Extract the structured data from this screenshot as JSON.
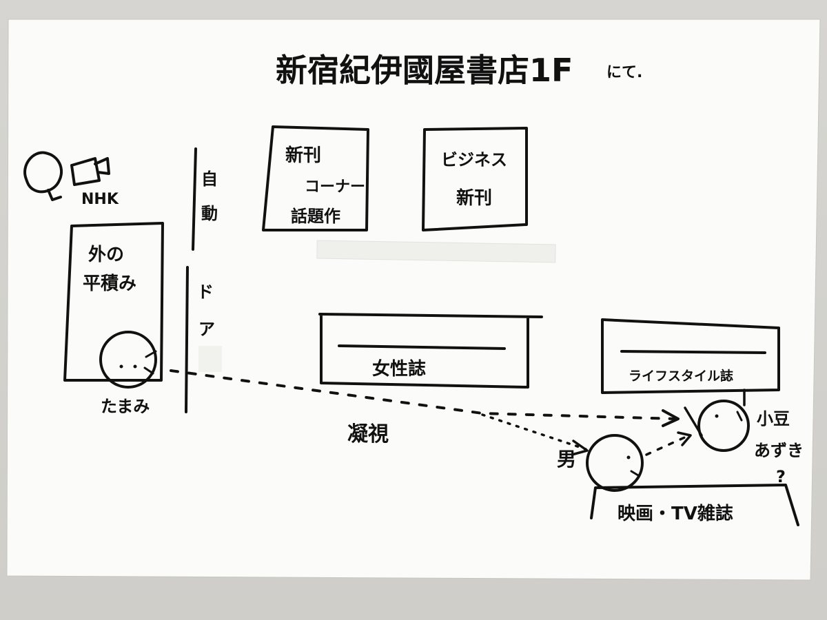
{
  "title": "新宿紀伊國屋書店1F",
  "title_suffix": "にて.",
  "camera_label": "NHK",
  "outside_shelf": {
    "line1": "外の",
    "line2": "平積み"
  },
  "tamami_label": "たまみ",
  "door": {
    "upper": [
      "自",
      "動"
    ],
    "lower": [
      "ド",
      "ア"
    ]
  },
  "new_release_corner": {
    "line1": "新刊",
    "line2": "コーナー",
    "line3": "話題作"
  },
  "business_shelf": {
    "line1": "ビジネス",
    "line2": "新刊"
  },
  "womens_magazines": "女性誌",
  "lifestyle_magazines": "ライフスタイル誌",
  "gaze_label": "凝視",
  "man_label": "男",
  "azuki_label": {
    "line1": "小豆",
    "line2": "あずき",
    "line3": "?"
  },
  "film_tv_magazines": "映画・TV雑誌",
  "colors": {
    "ink": "#111111",
    "paper": "#fbfbfa",
    "background": "#d3d2ce",
    "tape": "#eeeeea"
  }
}
